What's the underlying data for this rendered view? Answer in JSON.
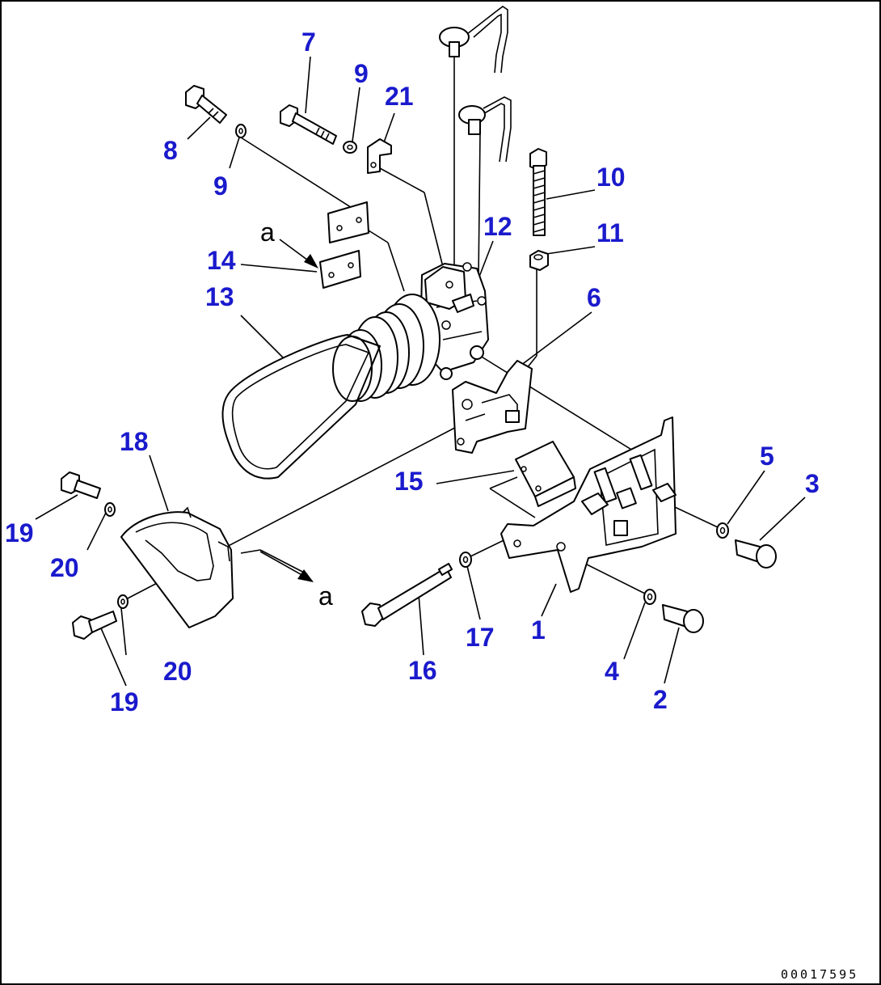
{
  "drawing_number": "00017595",
  "callouts": [
    "1",
    "2",
    "3",
    "4",
    "5",
    "6",
    "7",
    "8",
    "9",
    "9",
    "10",
    "11",
    "12",
    "13",
    "14",
    "15",
    "16",
    "17",
    "18",
    "19",
    "19",
    "20",
    "20",
    "21"
  ],
  "view_marker": "a",
  "colors": {
    "callout": "#1a1acc",
    "line": "#000000",
    "background": "#ffffff"
  }
}
